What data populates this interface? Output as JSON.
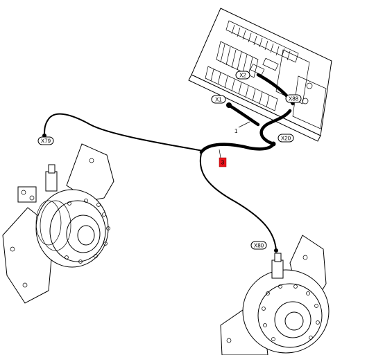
{
  "connectors": [
    {
      "id": "x79",
      "label": "X79"
    },
    {
      "id": "x80",
      "label": "X80"
    },
    {
      "id": "x1",
      "label": "X1"
    },
    {
      "id": "x2",
      "label": "X2"
    },
    {
      "id": "x88",
      "label": "X88"
    },
    {
      "id": "x20",
      "label": "X20"
    }
  ],
  "callouts": [
    {
      "id": "item-1",
      "label": "1"
    },
    {
      "id": "item-3",
      "label": "3"
    }
  ],
  "colors": {
    "line": "#000000",
    "background": "#ffffff",
    "highlight": "#e8141b"
  }
}
